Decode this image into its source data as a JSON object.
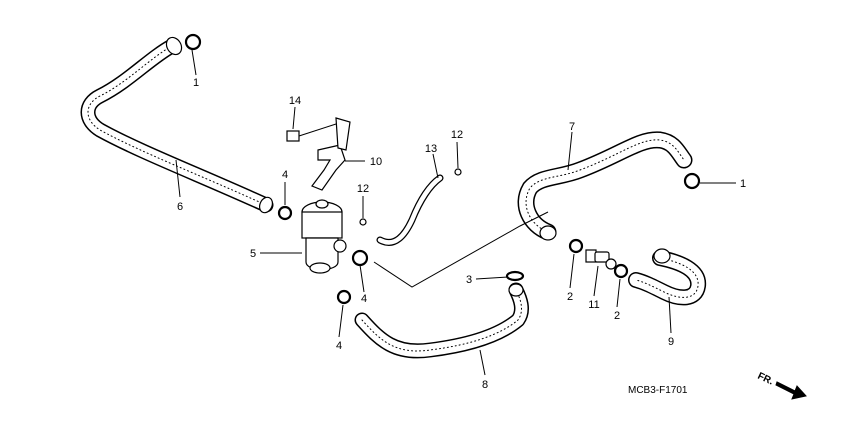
{
  "callouts": [
    "1",
    "1",
    "2",
    "2",
    "3",
    "4",
    "4",
    "4",
    "5",
    "6",
    "7",
    "8",
    "9",
    "10",
    "11",
    "12",
    "12",
    "13",
    "14"
  ],
  "diagram_code": "MCB3-F1701",
  "direction_label": "FR."
}
